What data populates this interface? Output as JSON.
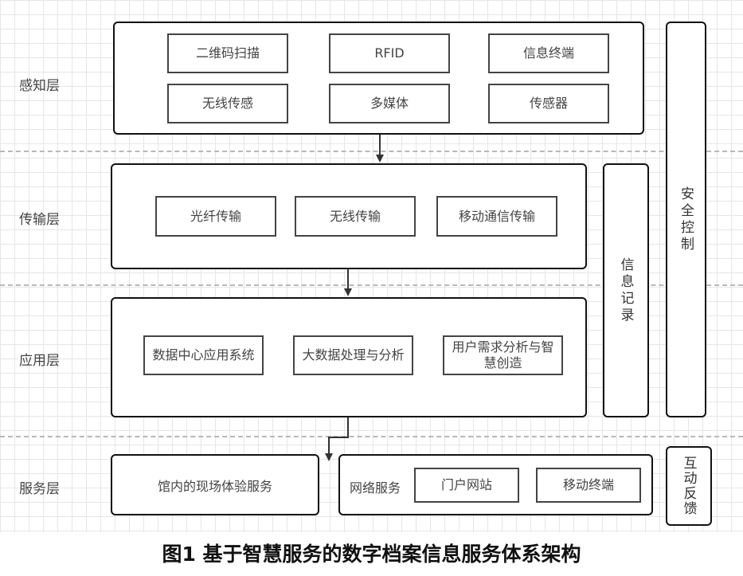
{
  "layers": {
    "perception": "感知层",
    "transmission": "传输层",
    "application": "应用层",
    "service": "服务层"
  },
  "perception_items": [
    "二维码扫描",
    "RFID",
    "信息终端",
    "无线传感",
    "多媒体",
    "传感器"
  ],
  "transmission_items": [
    "光纤传输",
    "无线传输",
    "移动通信传输"
  ],
  "application_items": [
    "数据中心应用系统",
    "大数据处理与分析",
    "用户需求分析与智慧创造"
  ],
  "service": {
    "onsite": "馆内的现场体验服务",
    "network_label": "网络服务",
    "network_items": [
      "门户网站",
      "移动终端"
    ]
  },
  "side_panels": {
    "info_record": "信息记录",
    "security_control": "安全控制",
    "interactive_feedback": "互动反馈"
  },
  "caption": "图1 基于智慧服务的数字档案信息服务体系架构"
}
